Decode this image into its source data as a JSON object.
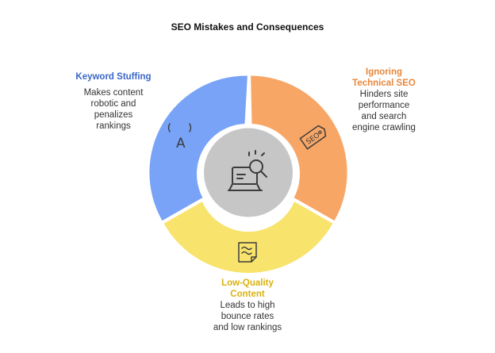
{
  "title": "SEO Mistakes and Consequences",
  "colors": {
    "blue": "#78A3F6",
    "orange": "#F8A666",
    "yellow": "#F8E36C",
    "center": "#C6C6C6",
    "icon_stroke": "#3c3c3c",
    "title_blue": "#3A67C8",
    "title_orange": "#E9873B",
    "title_yellow": "#D9B20F"
  },
  "segments": [
    {
      "key": "keyword_stuffing",
      "title": "Keyword Stuffing",
      "description": "Makes content robotic and penalizes rankings",
      "icon": "text-font-icon"
    },
    {
      "key": "technical_seo",
      "title": "Ignoring Technical SEO",
      "description": "Hinders site performance and search engine crawling",
      "icon": "seo-tag-icon"
    },
    {
      "key": "low_quality_content",
      "title": "Low-Quality Content",
      "description": "Leads to high bounce rates and low rankings",
      "icon": "document-note-icon"
    }
  ],
  "center_icon": "laptop-search-icon",
  "icon_text": {
    "font_glyph": "A",
    "tag_text": "SEO"
  }
}
